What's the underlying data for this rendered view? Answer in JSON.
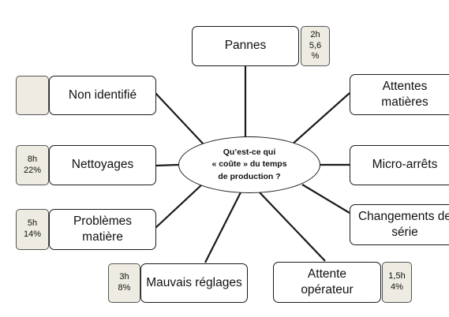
{
  "center": {
    "text": "Qu’est-ce qui\n« coûte » du temps\nde production ?"
  },
  "causes": [
    {
      "id": "pannes",
      "label": "Pannes",
      "stat": [
        "2h",
        "5,6",
        "%"
      ]
    },
    {
      "id": "non-identifie",
      "label": "Non identifié",
      "stat": []
    },
    {
      "id": "attentes-matieres",
      "label": "Attentes\nmatières"
    },
    {
      "id": "nettoyages",
      "label": "Nettoyages",
      "stat": [
        "8h",
        "22%"
      ]
    },
    {
      "id": "micro-arrets",
      "label": "Micro-arrêts"
    },
    {
      "id": "changements-serie",
      "label": "Changements de\nsérie"
    },
    {
      "id": "problemes-matiere",
      "label": "Problèmes\nmatière",
      "stat": [
        "5h",
        "14%"
      ]
    },
    {
      "id": "mauvais-reglages",
      "label": "Mauvais réglages",
      "stat": [
        "3h",
        "8%"
      ]
    },
    {
      "id": "attente-operateur",
      "label": "Attente\nopérateur",
      "stat": [
        "1,5h",
        "4%"
      ]
    }
  ],
  "colors": {
    "stat_fill": "#eeebe2",
    "line": "#1a1a1a"
  }
}
